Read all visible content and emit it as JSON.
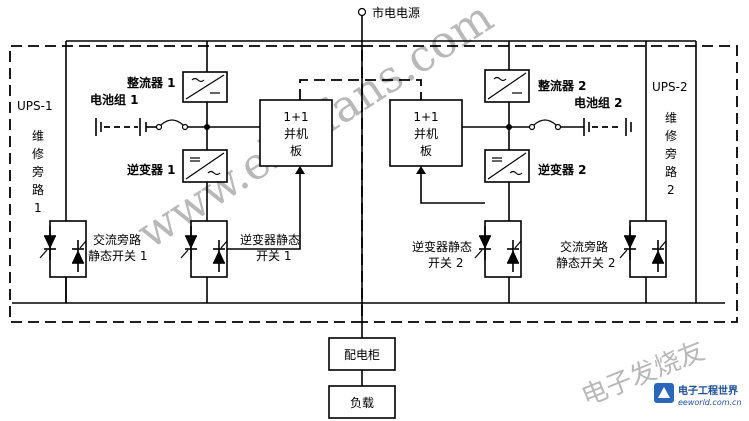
{
  "source": {
    "label": "市电电源"
  },
  "ups1": {
    "title": "UPS-1",
    "bypass_label": [
      "维",
      "修",
      "旁",
      "路",
      "1"
    ],
    "rectifier": "整流器 1",
    "battery": "电池组 1",
    "inverter": "逆变器 1",
    "parallel_board": [
      "1+1",
      "并机",
      "板"
    ],
    "inverter_switch": [
      "逆变器静态",
      "开关 1"
    ],
    "ac_bypass_switch": [
      "交流旁路",
      "静态开关 1"
    ]
  },
  "ups2": {
    "title": "UPS-2",
    "bypass_label": [
      "维",
      "修",
      "旁",
      "路",
      "2"
    ],
    "rectifier": "整流器 2",
    "battery": "电池组 2",
    "inverter": "逆变器 2",
    "parallel_board": [
      "1+1",
      "并机",
      "板"
    ],
    "inverter_switch": [
      "逆变器静态",
      "开关 2"
    ],
    "ac_bypass_switch": [
      "交流旁路",
      "静态开关 2"
    ]
  },
  "distribution": "配电柜",
  "load": "负载",
  "watermark": {
    "site": "www.elecfans.com",
    "cn": "电子发烧友",
    "brand": "电子工程世界",
    "brand_url": "eeworld.com.cn"
  }
}
